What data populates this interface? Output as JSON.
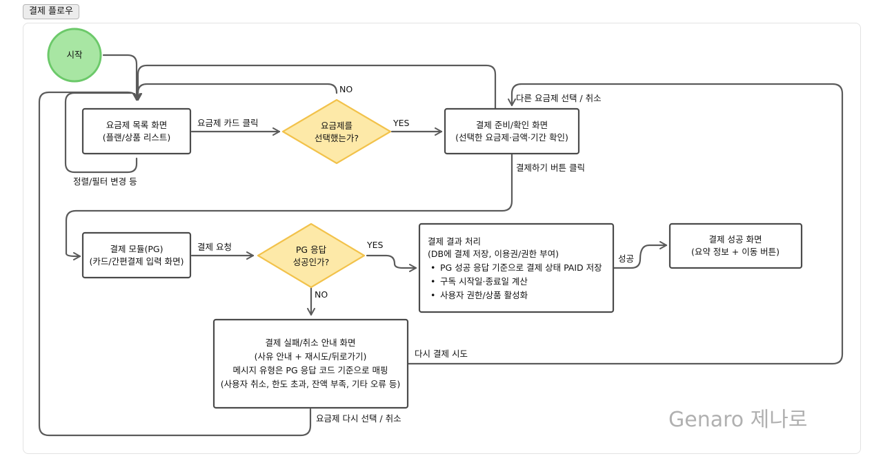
{
  "tab_label": "결제 플로우",
  "watermark": "Genaro 제나로",
  "colors": {
    "start_fill": "#a8e6a3",
    "start_stroke": "#6cc96a",
    "decision_fill": "#fde9a8",
    "decision_stroke": "#f2c24b",
    "box_stroke": "#4a4a4a",
    "line": "#5a5a5a"
  },
  "nodes": {
    "start": "시작",
    "list_screen": [
      "요금제 목록 화면",
      "(플랜/상품 리스트)"
    ],
    "decision_selected": [
      "요금제를",
      "선택했는가?"
    ],
    "confirm_screen": [
      "결제 준비/확인 화면",
      "(선택한 요금제·금액·기간 확인)"
    ],
    "pg_module": [
      "결제 모듈(PG)",
      "(카드/간편결제 입력 화면)"
    ],
    "decision_pg": [
      "PG 응답",
      "성공인가?"
    ],
    "result_process": {
      "title": "결제 결과 처리",
      "subtitle": "(DB에 결제 저장, 이용권/권한 부여)",
      "bullets": [
        "PG 성공 응답 기준으로 결제 상태 PAID 저장",
        "구독 시작일·종료일 계산",
        "사용자 권한/상품 활성화"
      ]
    },
    "success_screen": [
      "결제 성공 화면",
      "(요약 정보 + 이동 버튼)"
    ],
    "fail_screen": [
      "결제 실패/취소 안내 화면",
      "(사유 안내 + 재시도/뒤로가기)",
      "메시지 유형은 PG 응답 코드 기준으로 매핑",
      "(사용자 취소, 한도 초과, 잔액 부족, 기타 오류 등)"
    ]
  },
  "edges": {
    "card_click": "요금제 카드 클릭",
    "no_1": "NO",
    "yes_1": "YES",
    "other_plan": "다른 요금제 선택 / 취소",
    "sort_filter": "정렬/필터 변경 등",
    "pay_button": "결제하기 버튼 클릭",
    "pay_request": "결제 요청",
    "yes_2": "YES",
    "no_2": "NO",
    "success": "성공",
    "retry": "다시 결제 시도",
    "reselect": "요금제 다시 선택 / 취소"
  }
}
